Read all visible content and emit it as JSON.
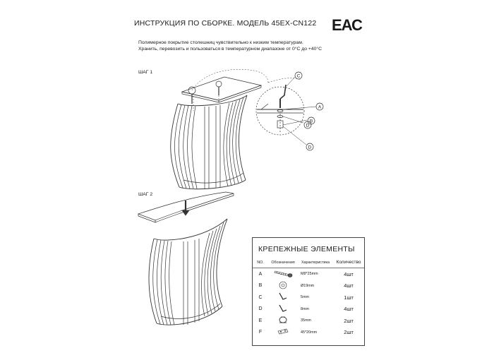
{
  "header": {
    "title": "ИНСТРУКЦИЯ ПО СБОРКЕ. МОДЕЛЬ 45EX-CN122",
    "cert_mark": "ЕАС"
  },
  "notes": [
    "Полимерное покрытие столешниц чувствительно к низким температурам.",
    "Хранить, перевозить и пользоваться в температурном диапазоне от 0°С до +40°С"
  ],
  "steps": [
    {
      "label": "ШАГ 1"
    },
    {
      "label": "ШАГ 2"
    }
  ],
  "callouts": [
    "C",
    "A",
    "B",
    "D",
    "D"
  ],
  "fasteners": {
    "title": "КРЕПЕЖНЫЕ ЭЛЕМЕНТЫ",
    "columns": [
      "NO.",
      "Обозначения",
      "Характеристика",
      "Количество"
    ],
    "rows": [
      {
        "id": "A",
        "icon": "bolt-icon",
        "spec": "M8*25mm",
        "qty": "4шт"
      },
      {
        "id": "B",
        "icon": "washer-icon",
        "spec": "Ø19mm",
        "qty": "4шт"
      },
      {
        "id": "C",
        "icon": "hex-key-icon",
        "spec": "5mm",
        "qty": "1шт"
      },
      {
        "id": "D",
        "icon": "hex-key-icon",
        "spec": "8mm",
        "qty": "4шт"
      },
      {
        "id": "E",
        "icon": "clamp-icon",
        "spec": "35mm",
        "qty": "2шт"
      },
      {
        "id": "F",
        "icon": "plate-icon",
        "spec": "45*20mm",
        "qty": "2шт"
      }
    ]
  }
}
